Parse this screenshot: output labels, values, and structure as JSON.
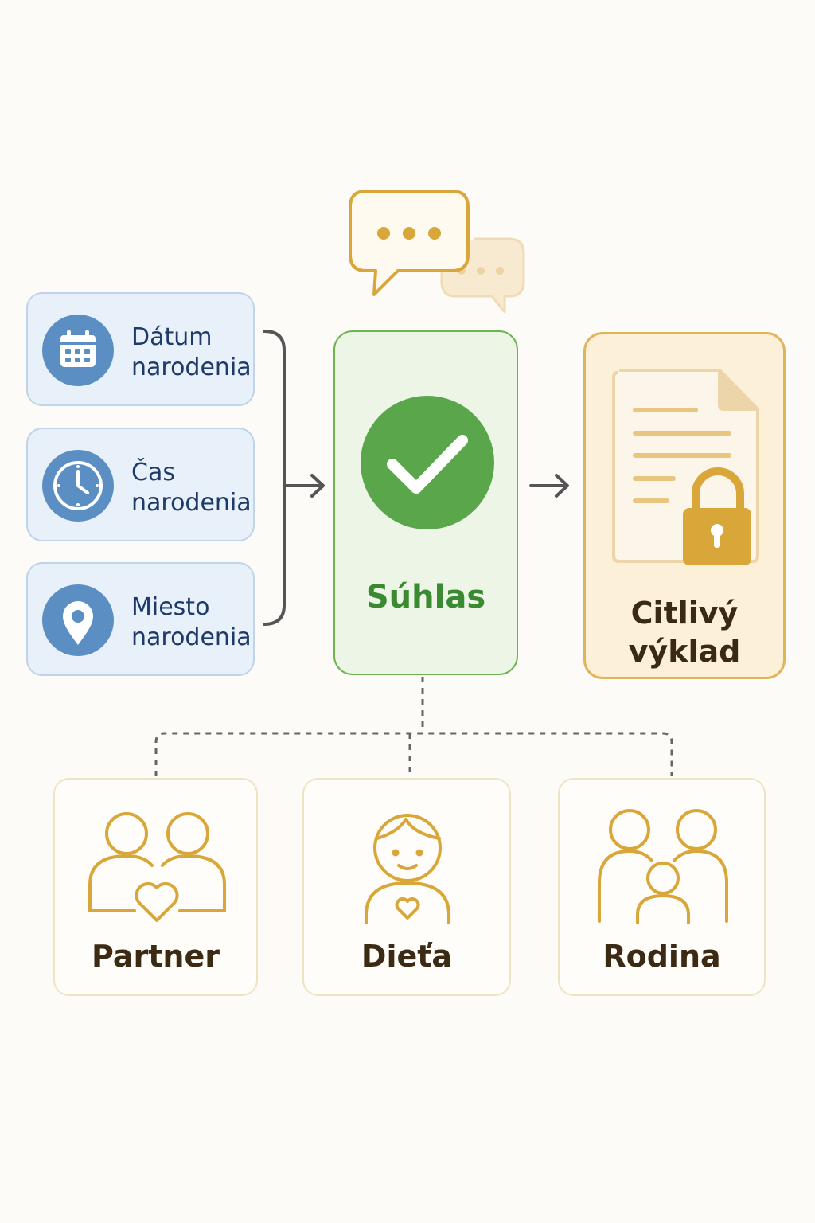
{
  "inputs": [
    {
      "label": "Dátum\nnarodenia",
      "icon": "calendar-icon"
    },
    {
      "label": "Čas\nnarodenia",
      "icon": "clock-icon"
    },
    {
      "label": "Miesto\nnarodenia",
      "icon": "location-pin-icon"
    }
  ],
  "consent": {
    "label": "Súhlas",
    "icon": "checkmark-icon"
  },
  "result": {
    "label": "Citlivý\nvýklad",
    "icon": "locked-document-icon"
  },
  "recipients": [
    {
      "label": "Partner",
      "icon": "couple-heart-icon"
    },
    {
      "label": "Dieťa",
      "icon": "child-heart-icon"
    },
    {
      "label": "Rodina",
      "icon": "family-icon"
    }
  ],
  "colors": {
    "input_blue": "#5b8fc4",
    "consent_green": "#5aa64a",
    "accent_gold": "#d9a63a",
    "background": "#fcfbf8"
  }
}
